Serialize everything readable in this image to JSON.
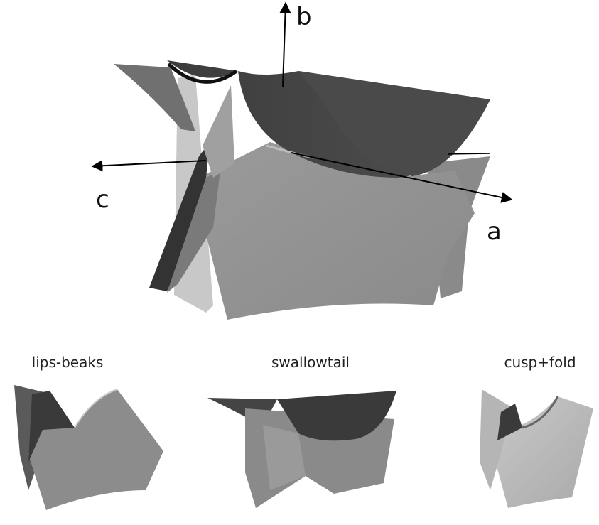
{
  "main_figure": {
    "axes": [
      {
        "id": "a",
        "label": "a"
      },
      {
        "id": "b",
        "label": "b"
      },
      {
        "id": "c",
        "label": "c"
      }
    ]
  },
  "thumbnails": [
    {
      "caption": "lips-beaks"
    },
    {
      "caption": "swallowtail"
    },
    {
      "caption": "cusp+fold"
    }
  ]
}
